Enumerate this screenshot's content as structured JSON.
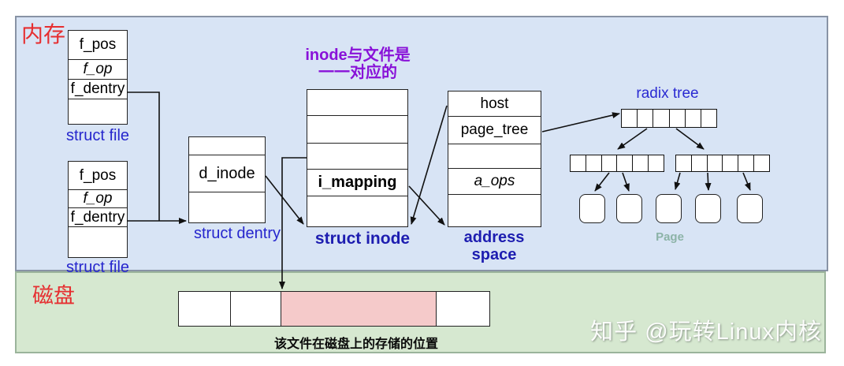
{
  "memory_region": {
    "label": "内存"
  },
  "disk_region": {
    "label": "磁盘",
    "caption": "该文件在磁盘上的存储的位置"
  },
  "file_box_top": {
    "cells": [
      "f_pos",
      "f_op",
      "f_dentry",
      ""
    ],
    "label": "struct file"
  },
  "file_box_bottom": {
    "cells": [
      "f_pos",
      "f_op",
      "f_dentry",
      ""
    ],
    "label": "struct file"
  },
  "dentry_box": {
    "cells": [
      "",
      "d_inode",
      ""
    ],
    "label": "struct dentry"
  },
  "inode_box": {
    "cells": [
      "",
      "",
      "",
      "i_mapping",
      ""
    ],
    "label": "struct inode"
  },
  "address_space_box": {
    "cells": [
      "host",
      "page_tree",
      "",
      "a_ops",
      ""
    ],
    "label": "address space",
    "label_line1": "address",
    "label_line2": "space"
  },
  "annotation": {
    "line1": "inode与文件是",
    "line2": "一一对应的"
  },
  "radix_tree": {
    "label": "radix tree",
    "page_label": "Page",
    "root_cell_count": 6,
    "level2_cell_count": 6,
    "page_box_count": 5
  },
  "watermark": "知乎 @玩转Linux内核",
  "colors": {
    "memory_bg": "#d8e4f5",
    "disk_bg": "#d6e8d0",
    "pink_section": "#f5caca",
    "label_blue": "#2626cd",
    "bold_label_navy": "#1d1db0",
    "region_red": "#e62e30",
    "annotation_purple": "#8912d8",
    "page_label_teal": "#8cb3a7"
  }
}
